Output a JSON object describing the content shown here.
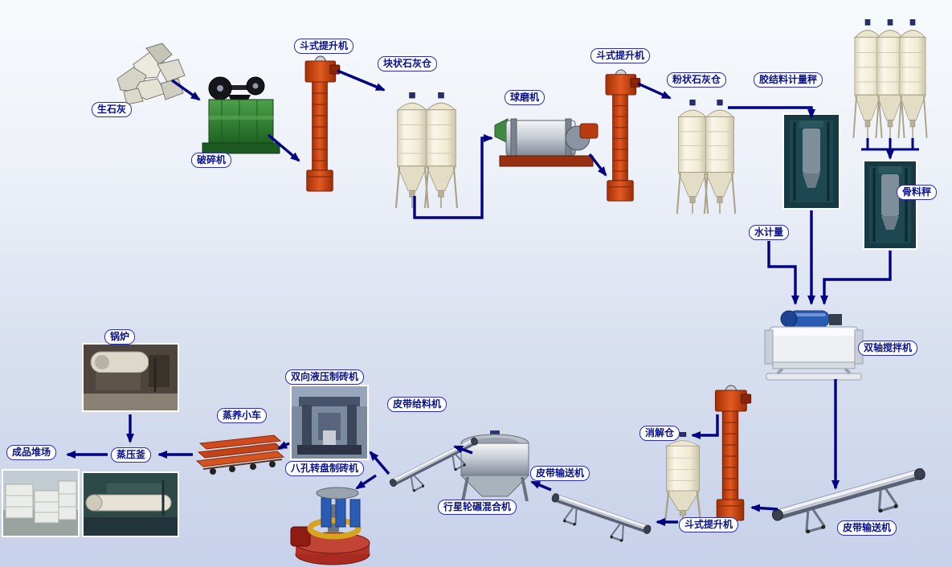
{
  "page": {
    "type": "process-flow-diagram",
    "subject": "lime-sand brick production line",
    "background_top": "#f7fafd",
    "background_bottom": "#c7d1e9",
    "arrow_color": "#000082",
    "label_text_color": "#0a128c",
    "label_border_color": "#2f2fae"
  },
  "labels": [
    {
      "id": "quicklime",
      "text": "生石灰"
    },
    {
      "id": "bucket-elevator-1",
      "text": "斗式提升机"
    },
    {
      "id": "crusher",
      "text": "破碎机"
    },
    {
      "id": "lump-lime-silo",
      "text": "块状石灰仓"
    },
    {
      "id": "ball-mill",
      "text": "球磨机"
    },
    {
      "id": "bucket-elevator-2",
      "text": "斗式提升机"
    },
    {
      "id": "powder-lime-silo",
      "text": "粉状石灰仓"
    },
    {
      "id": "binder-metering-scale",
      "text": "胶结料计量秤"
    },
    {
      "id": "aggregate-scale",
      "text": "骨料秤"
    },
    {
      "id": "water-metering",
      "text": "水计量"
    },
    {
      "id": "twin-shaft-mixer",
      "text": "双轴搅拌机"
    },
    {
      "id": "digestion-silo",
      "text": "消解仓"
    },
    {
      "id": "bucket-elevator-3",
      "text": "斗式提升机"
    },
    {
      "id": "belt-conveyor-right",
      "text": "皮带输送机"
    },
    {
      "id": "belt-conveyor-middle",
      "text": "皮带输送机"
    },
    {
      "id": "belt-feeder",
      "text": "皮带给料机"
    },
    {
      "id": "planetary-mixer",
      "text": "行星轮碾混合机"
    },
    {
      "id": "hydraulic-brick-machine",
      "text": "双向液压制砖机"
    },
    {
      "id": "rotary-brick-machine",
      "text": "八孔转盘制砖机"
    },
    {
      "id": "steam-curing-trolley",
      "text": "蒸养小车"
    },
    {
      "id": "autoclave",
      "text": "蒸压釜"
    },
    {
      "id": "boiler",
      "text": "锅炉"
    },
    {
      "id": "product-yard",
      "text": "成品堆场"
    }
  ],
  "connections": [
    {
      "from": "quicklime",
      "to": "crusher"
    },
    {
      "from": "crusher",
      "to": "bucket-elevator-1"
    },
    {
      "from": "bucket-elevator-1",
      "to": "lump-lime-silo"
    },
    {
      "from": "lump-lime-silo",
      "to": "ball-mill"
    },
    {
      "from": "ball-mill",
      "to": "bucket-elevator-2"
    },
    {
      "from": "bucket-elevator-2",
      "to": "powder-lime-silo"
    },
    {
      "from": "powder-lime-silo",
      "to": "binder-metering-scale"
    },
    {
      "from": "binder-metering-scale",
      "to": "twin-shaft-mixer"
    },
    {
      "from": "water-metering",
      "to": "twin-shaft-mixer"
    },
    {
      "from": "aggregate-silos",
      "to": "aggregate-scale"
    },
    {
      "from": "aggregate-scale",
      "to": "twin-shaft-mixer"
    },
    {
      "from": "twin-shaft-mixer",
      "to": "belt-conveyor-right"
    },
    {
      "from": "belt-conveyor-right",
      "to": "bucket-elevator-3"
    },
    {
      "from": "bucket-elevator-3",
      "to": "digestion-silo"
    },
    {
      "from": "digestion-silo",
      "to": "belt-conveyor-middle"
    },
    {
      "from": "belt-conveyor-middle",
      "to": "planetary-mixer"
    },
    {
      "from": "planetary-mixer",
      "to": "belt-feeder"
    },
    {
      "from": "belt-feeder",
      "to": "hydraulic-brick-machine"
    },
    {
      "from": "belt-feeder",
      "to": "rotary-brick-machine"
    },
    {
      "from": "hydraulic-brick-machine",
      "to": "steam-curing-trolley"
    },
    {
      "from": "steam-curing-trolley",
      "to": "autoclave"
    },
    {
      "from": "boiler",
      "to": "autoclave"
    },
    {
      "from": "autoclave",
      "to": "product-yard"
    }
  ]
}
